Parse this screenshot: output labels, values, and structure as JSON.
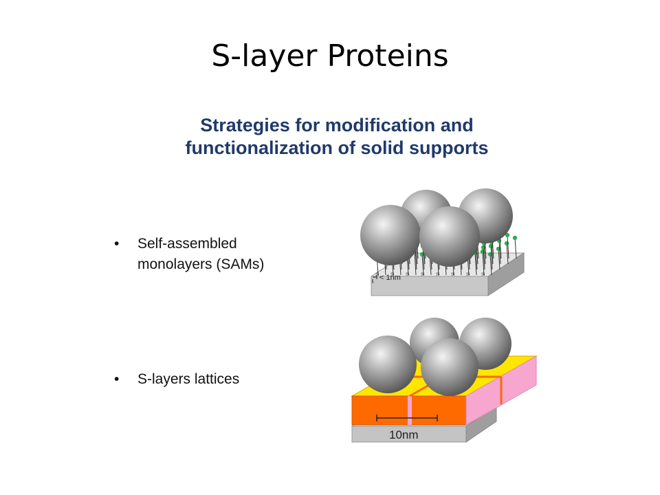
{
  "slide": {
    "title": "S-layer Proteins"
  },
  "figure": {
    "heading_line1": "Strategies for modification and",
    "heading_line2": "functionalization of solid supports",
    "bullets": [
      {
        "marker": "•",
        "line1": "Self-assembled",
        "line2": "monolayers (SAMs)"
      },
      {
        "marker": "•",
        "line1": "S-layers lattices",
        "line2": ""
      }
    ],
    "sam_scale_label": "< 1nm",
    "sam_surface_label": "Si",
    "slayer_scale_label": "10nm"
  },
  "colors": {
    "heading": "#1f3a6b",
    "sphere": "#8a8a8a",
    "sam_headgroup": "#2fae52",
    "slayer_top": "#ffe600",
    "slayer_front": "#ff6a00",
    "slayer_side": "#f7a6d0",
    "substrate": "#c8c8c8"
  }
}
